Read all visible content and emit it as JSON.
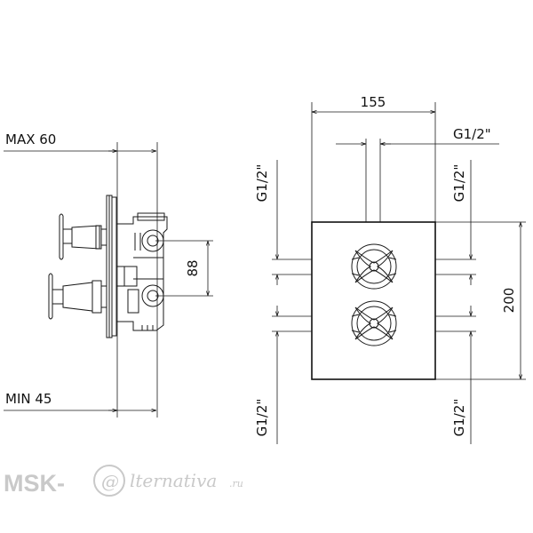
{
  "labels": {
    "max_depth": "MAX 60",
    "min_depth": "MIN 45",
    "outlet_spacing": "88",
    "width": "155",
    "height": "200",
    "thread_top": "G1/2\"",
    "thread_left_top": "G1/2\"",
    "thread_right_top": "G1/2\"",
    "thread_left_bottom": "G1/2\"",
    "thread_right_bottom": "G1/2\""
  },
  "watermark": {
    "brand": "MSK-",
    "at_symbol": "@",
    "script": "lternativa",
    "suffix": ".ru"
  }
}
